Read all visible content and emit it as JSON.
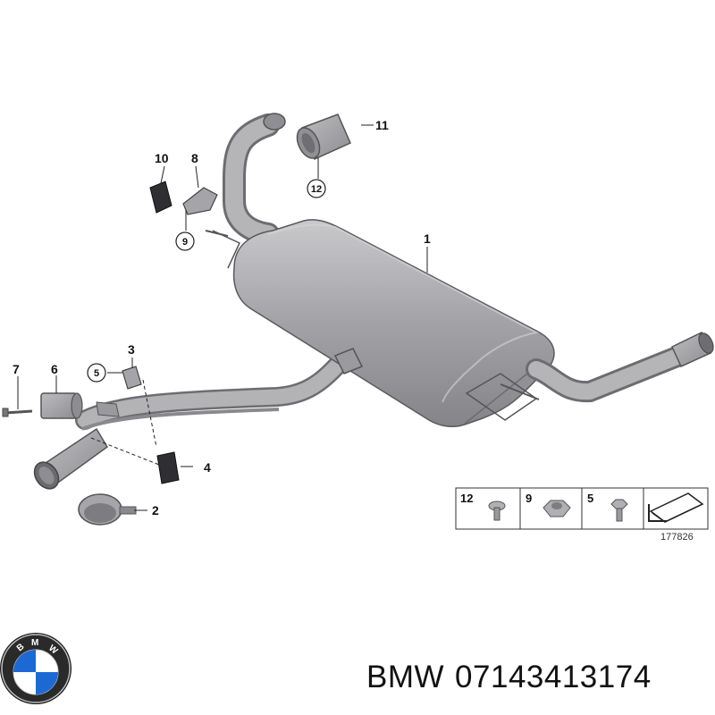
{
  "diagram": {
    "callouts": {
      "c1": "1",
      "c2": "2",
      "c3": "3",
      "c4": "4",
      "c5": "5",
      "c6": "6",
      "c7": "7",
      "c8": "8",
      "c9": "9",
      "c10": "10",
      "c11": "11",
      "c12": "12"
    },
    "legend": {
      "i12": "12",
      "i9": "9",
      "i5": "5"
    },
    "drawing_number": "177826"
  },
  "logo": {
    "brand": "BMW"
  },
  "caption": {
    "brand": "BMW",
    "part_number": "07143413174"
  },
  "colors": {
    "part_fill": "#a9a9ab",
    "part_dark": "#7c7c80",
    "outline": "#555558"
  }
}
